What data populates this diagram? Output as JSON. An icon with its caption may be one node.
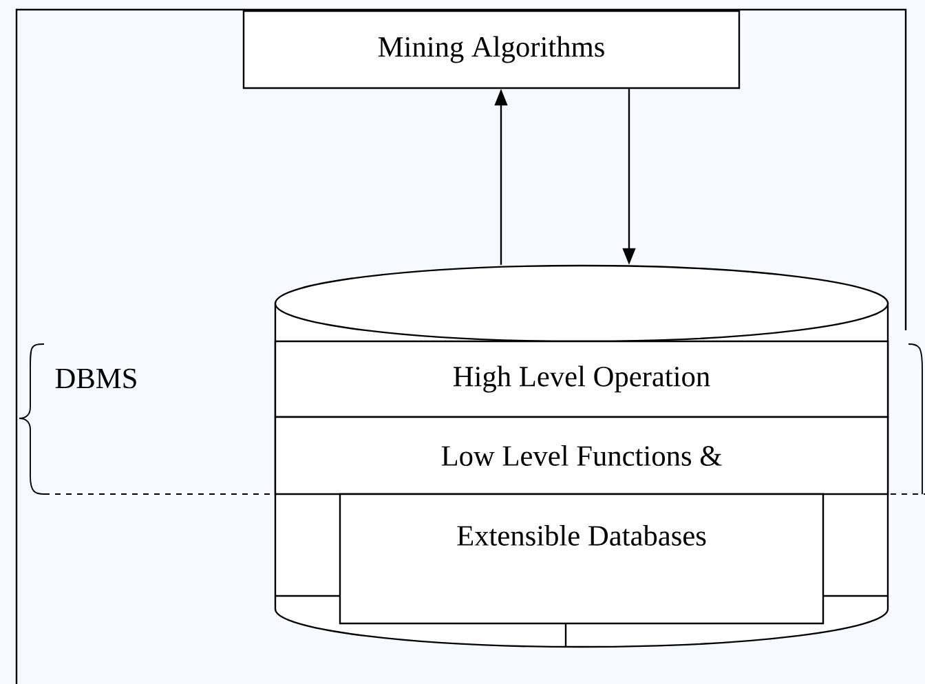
{
  "diagram": {
    "nodes": [
      {
        "text": [
          "Mining Algorithms"
        ]
      },
      {
        "text": [],
        "shape": "cylinder"
      },
      {
        "text": [
          "High Level Operation"
        ],
        "in": 1
      },
      {
        "text": [
          "Low Level Functions &"
        ],
        "in": 1
      },
      {
        "text": [
          "Extensible Databases"
        ],
        "in": 1
      }
    ],
    "edges": [
      {
        "from": 1,
        "to": 0,
        "arrow": "to"
      },
      {
        "from": 0,
        "to": 1,
        "arrow": "to"
      }
    ],
    "labels": [
      "DBMS"
    ]
  }
}
